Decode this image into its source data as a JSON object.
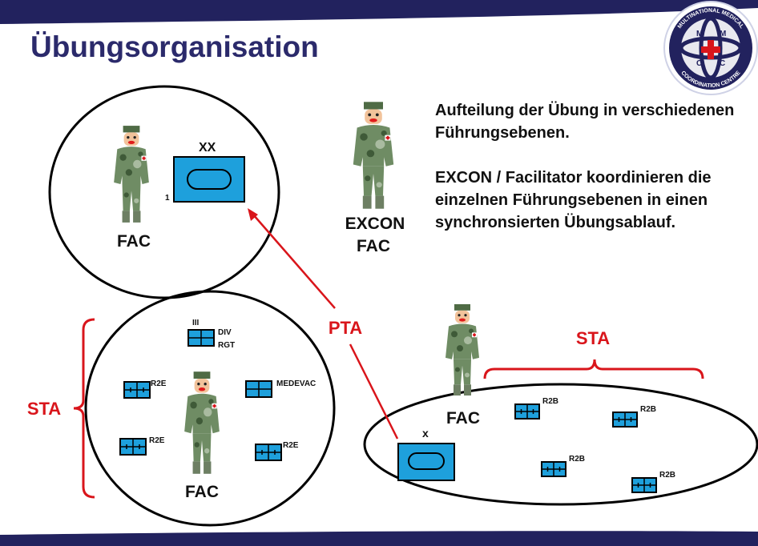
{
  "title": "Übungsorganisation",
  "logo": {
    "ring_text_top": "MULTINATIONAL MEDICAL",
    "ring_text_bottom": "COORDINATION CENTRE",
    "letters": [
      "M",
      "M",
      "C",
      "C"
    ]
  },
  "description": [
    "Aufteilung der Übung in verschiedenen Führungsebenen.",
    "EXCON / Facilitator koordinieren die einzelnen Führungsebenen in einen synchronsierten Übungsablauf."
  ],
  "top_circle": {
    "role": "FAC",
    "unit_echelon": "XX",
    "unit_number": "1"
  },
  "excon": {
    "line1": "EXCON",
    "line2": "FAC"
  },
  "pta_label": "PTA",
  "left_circle": {
    "role": "FAC",
    "bracket_label": "STA",
    "hq": {
      "echelon": "III",
      "line1": "DIV",
      "line2": "RGT"
    },
    "units": [
      "R2E",
      "MEDEVAC",
      "R2E",
      "R2E"
    ]
  },
  "right_ellipse": {
    "role": "FAC",
    "bracket_label": "STA",
    "unit_echelon": "x",
    "units": [
      "R2B",
      "R2B",
      "R2B",
      "R2B"
    ]
  },
  "colors": {
    "navy": "#22225e",
    "title": "#2b2a6b",
    "red": "#d9151b",
    "unit_fill": "#1ea0dc"
  }
}
